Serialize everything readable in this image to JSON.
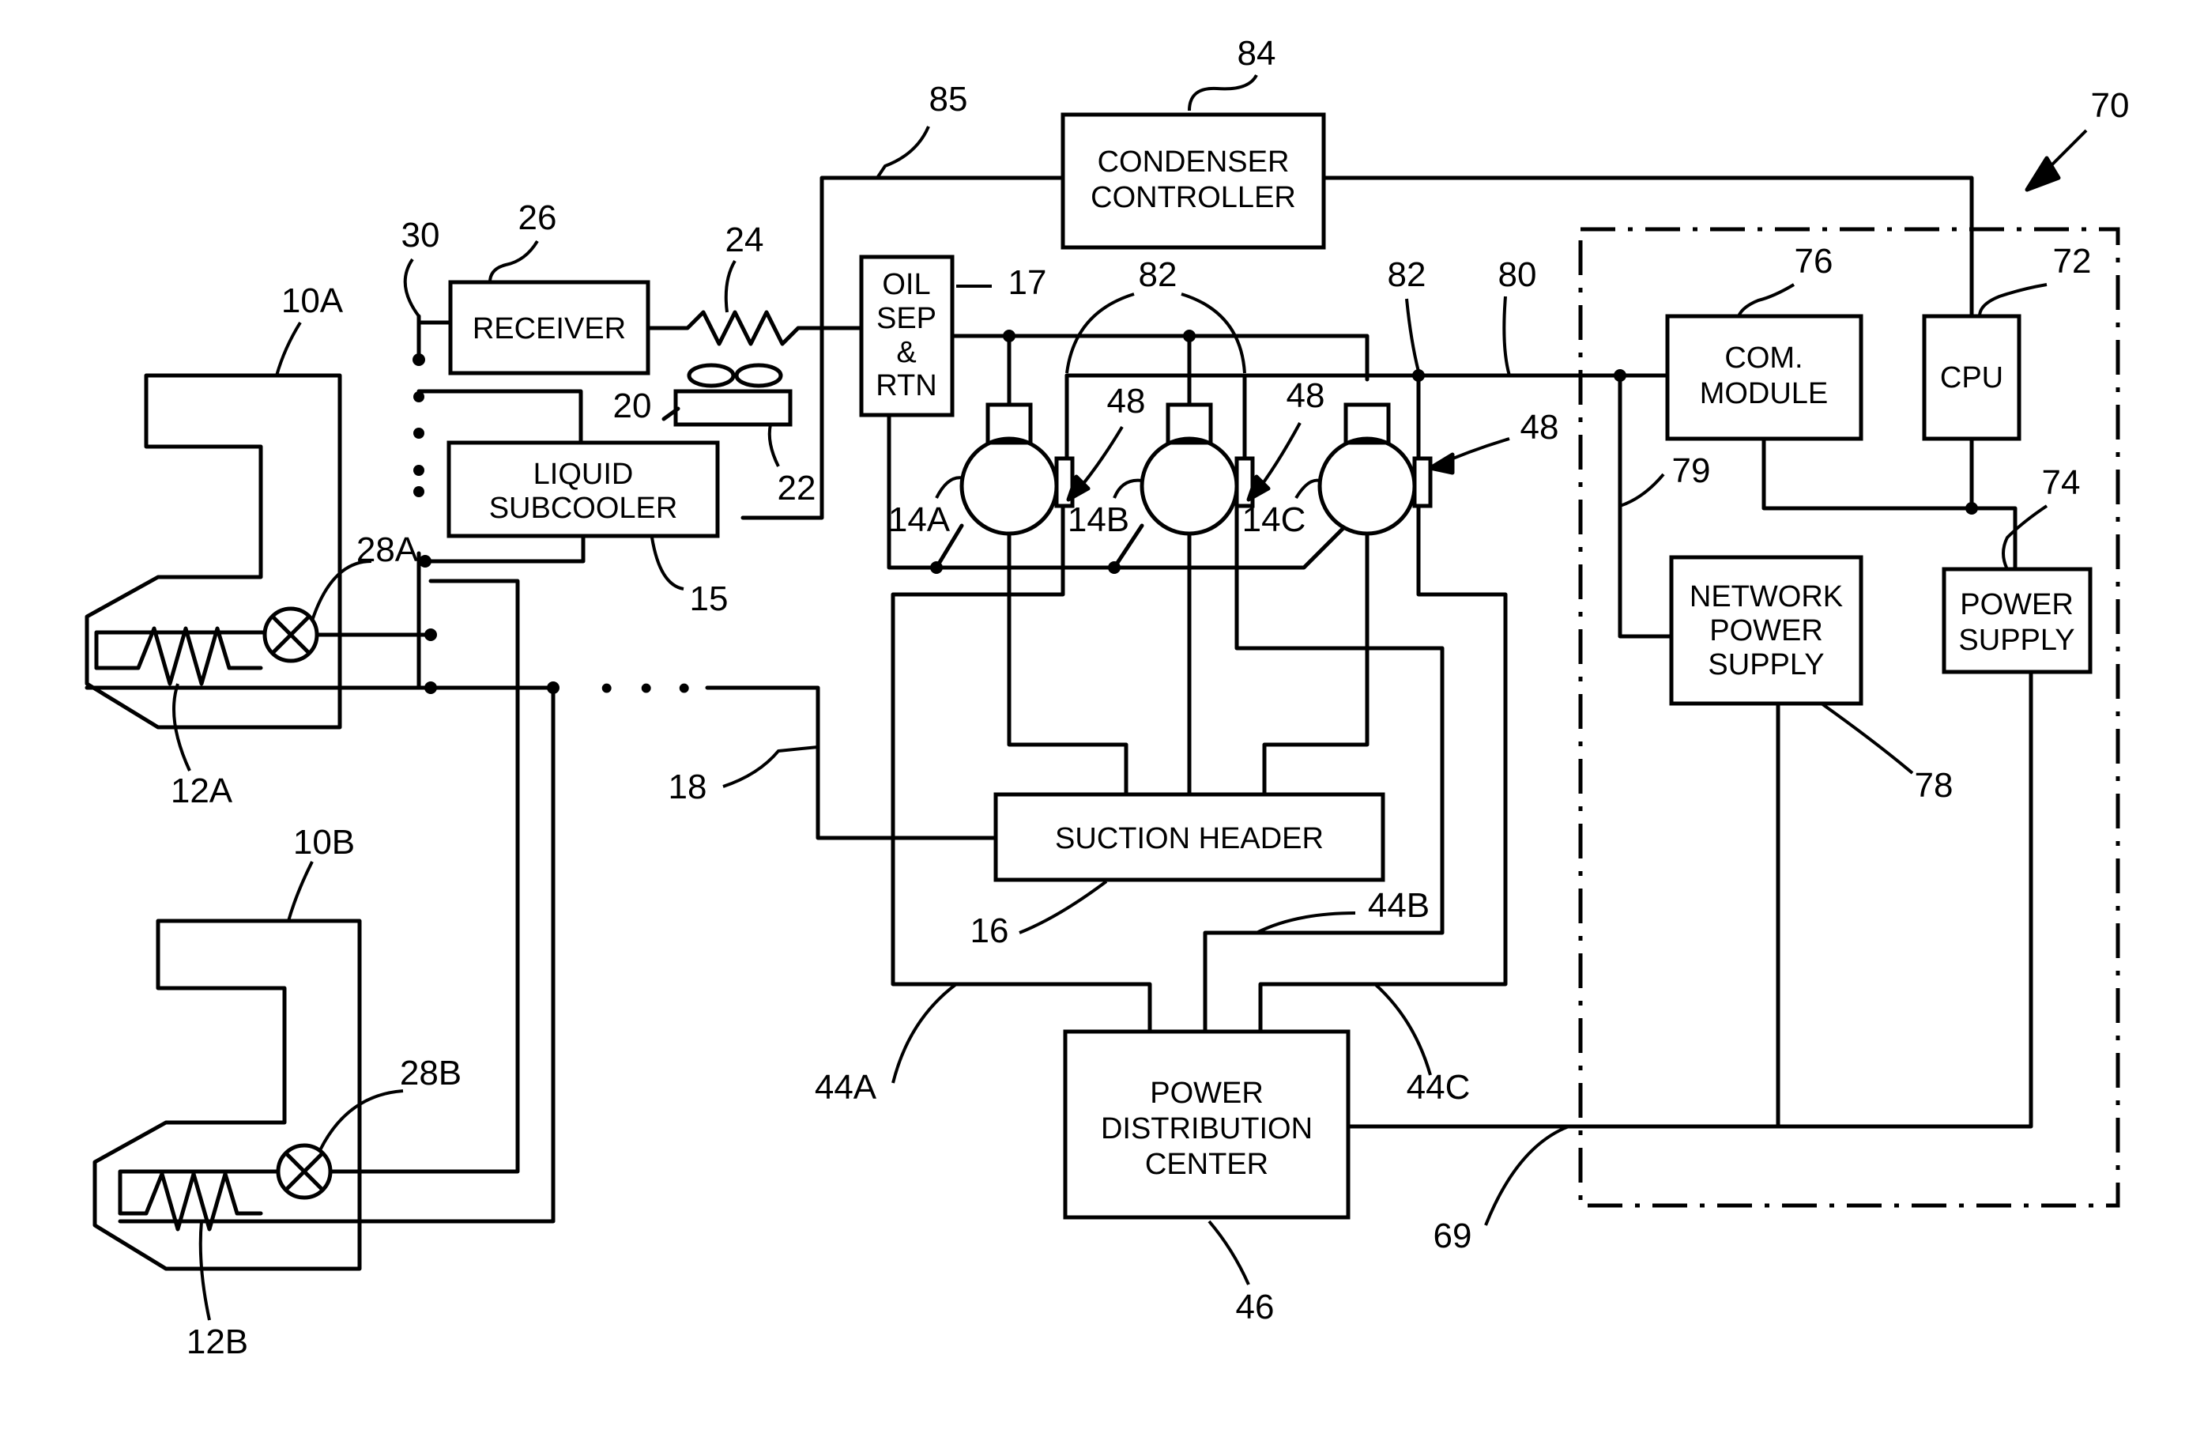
{
  "components": {
    "condenser_controller": [
      "CONDENSER",
      "CONTROLLER"
    ],
    "receiver": [
      "RECEIVER"
    ],
    "oil_separator": [
      "OIL",
      "SEP",
      "&",
      "RTN"
    ],
    "liquid_subcooler": [
      "LIQUID",
      "SUBCOOLER"
    ],
    "com_module": [
      "COM.",
      "MODULE"
    ],
    "cpu": [
      "CPU"
    ],
    "network_power_supply": [
      "NETWORK",
      "POWER",
      "SUPPLY"
    ],
    "power_supply": [
      "POWER",
      "SUPPLY"
    ],
    "suction_header": [
      "SUCTION HEADER"
    ],
    "power_distribution_center": [
      "POWER",
      "DISTRIBUTION",
      "CENTER"
    ]
  },
  "refs": {
    "r84": "84",
    "r85": "85",
    "r70": "70",
    "r30": "30",
    "r26": "26",
    "r24": "24",
    "r10A": "10A",
    "r17": "17",
    "r82a": "82",
    "r82b": "82",
    "r80": "80",
    "r76": "76",
    "r72": "72",
    "r20": "20",
    "r22": "22",
    "r48a": "48",
    "r48b": "48",
    "r48c": "48",
    "r28A": "28A",
    "r14A": "14A",
    "r14B": "14B",
    "r14C": "14C",
    "r79": "79",
    "r74": "74",
    "r15": "15",
    "r12A": "12A",
    "r18": "18",
    "r78": "78",
    "r10B": "10B",
    "r16": "16",
    "r44B": "44B",
    "r28B": "28B",
    "r44A": "44A",
    "r44C": "44C",
    "r69": "69",
    "r12B": "12B",
    "r46": "46"
  },
  "continuation_dots": [
    "•",
    "•",
    "•"
  ]
}
